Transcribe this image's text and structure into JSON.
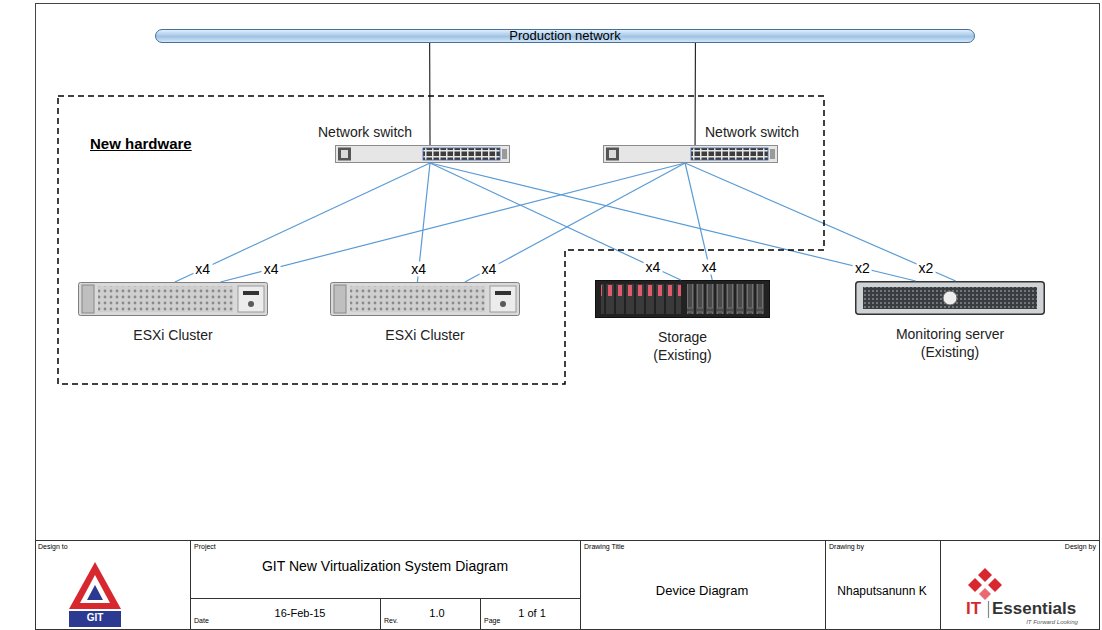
{
  "diagram": {
    "nodes": [
      {
        "text": [
          "Production network"
        ]
      },
      {
        "text": [
          "New hardware"
        ]
      },
      {
        "text": [
          "Network switch"
        ],
        "in": 1
      },
      {
        "text": [
          "Network switch"
        ],
        "in": 1
      },
      {
        "text": [
          "ESXi Cluster"
        ],
        "in": 1
      },
      {
        "text": [
          "ESXi Cluster"
        ],
        "in": 1
      },
      {
        "text": [
          "Storage (Existing)"
        ]
      },
      {
        "text": [
          "Monitoring server (Existing)"
        ]
      }
    ],
    "edges": [
      {
        "from": 0,
        "to": 2,
        "arrow": "none"
      },
      {
        "from": 0,
        "to": 3,
        "arrow": "none"
      },
      {
        "from": 2,
        "to": 4,
        "label": "x4",
        "arrow": "none"
      },
      {
        "from": 2,
        "to": 5,
        "label": "x4",
        "arrow": "none"
      },
      {
        "from": 2,
        "to": 6,
        "label": "x4",
        "arrow": "none"
      },
      {
        "from": 2,
        "to": 7,
        "label": "x2",
        "arrow": "none"
      },
      {
        "from": 3,
        "to": 4,
        "label": "x4",
        "arrow": "none"
      },
      {
        "from": 3,
        "to": 5,
        "label": "x4",
        "arrow": "none"
      },
      {
        "from": 3,
        "to": 6,
        "label": "x4",
        "arrow": "none"
      },
      {
        "from": 3,
        "to": 7,
        "label": "x2",
        "arrow": "none"
      }
    ],
    "labels": [
      "Design to",
      "GIT",
      "Project",
      "GIT New Virtualization System Diagram",
      "Date",
      "16-Feb-15",
      "Rev.",
      "1.0",
      "Page",
      "1 of 1",
      "Drawing Title",
      "Device Diagram",
      "Drawing by",
      "Nhaputsanunn K",
      "Design by",
      "IT",
      "Essentials",
      "IT Forward Looking"
    ]
  }
}
